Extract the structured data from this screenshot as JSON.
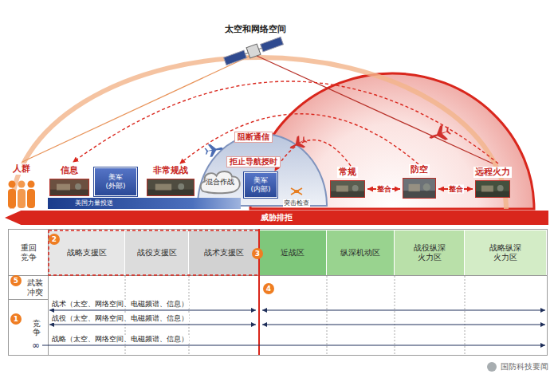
{
  "diagram": {
    "nodes": [
      {
        "text": [
          "人群"
        ]
      },
      {
        "text": [
          "信息"
        ]
      },
      {
        "text": [
          "美军 (外部)"
        ]
      },
      {
        "text": [
          "非常规战"
        ]
      },
      {
        "text": [
          "混合作战"
        ]
      },
      {
        "text": [
          "美军 (内部)"
        ]
      },
      {
        "text": [
          "常规"
        ]
      },
      {
        "text": [
          "防空"
        ]
      },
      {
        "text": [
          "远程火力"
        ]
      },
      {
        "text": [
          "美国力量投送"
        ]
      },
      {
        "text": [
          "威胁排拒"
        ]
      },
      {
        "text": [
          "重回 竞争"
        ]
      },
      {
        "text": [
          "武装 冲突"
        ]
      },
      {
        "text": [
          "竞争"
        ]
      },
      {
        "text": [
          "战略支援区"
        ]
      },
      {
        "text": [
          "战役支援区"
        ]
      },
      {
        "text": [
          "战术支援区"
        ]
      },
      {
        "text": [
          "近战区"
        ]
      },
      {
        "text": [
          "纵深机动区"
        ]
      },
      {
        "text": [
          "战役纵深 火力区"
        ]
      },
      {
        "text": [
          "战略纵深 火力区"
        ]
      }
    ],
    "edges": [
      {
        "from": 6,
        "to": 7,
        "label": "整合",
        "arrow": "both"
      },
      {
        "from": 7,
        "to": 8,
        "label": "整合",
        "arrow": "both"
      }
    ],
    "labels": [
      "太空和网络空间",
      "阻断通信",
      "拒止导航授时",
      "突击检查",
      "2",
      "3",
      "5",
      "4",
      "1",
      "战术（太空、网络空间、电磁频谱、信息）",
      "战役（太空、网络空间、电磁频谱、信息）",
      "∞",
      "战略（太空、网络空间、电磁频谱、信息）",
      "国防科技要闻"
    ]
  }
}
